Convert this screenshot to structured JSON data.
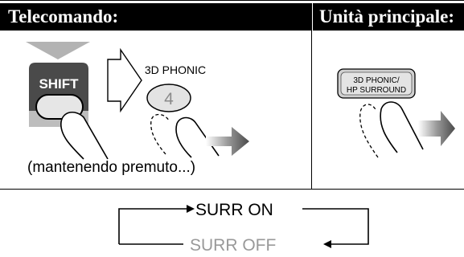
{
  "headers": {
    "remote": "Telecomando:",
    "main_unit": "Unità principale:"
  },
  "remote_panel": {
    "shift_button": "SHIFT",
    "phonic_label": "3D PHONIC",
    "phonic_number": "4",
    "caption": "(mantenendo premuto...)"
  },
  "main_unit_panel": {
    "button_line1": "3D PHONIC/",
    "button_line2": "HP SURROUND"
  },
  "cycle": {
    "state_on": "SURR ON",
    "state_off": "SURR OFF"
  },
  "colors": {
    "header_bg": "#000000",
    "shift_button": "#4d4d4d",
    "arrow_gray": "#b3b3b3",
    "inactive_text": "#999999"
  }
}
